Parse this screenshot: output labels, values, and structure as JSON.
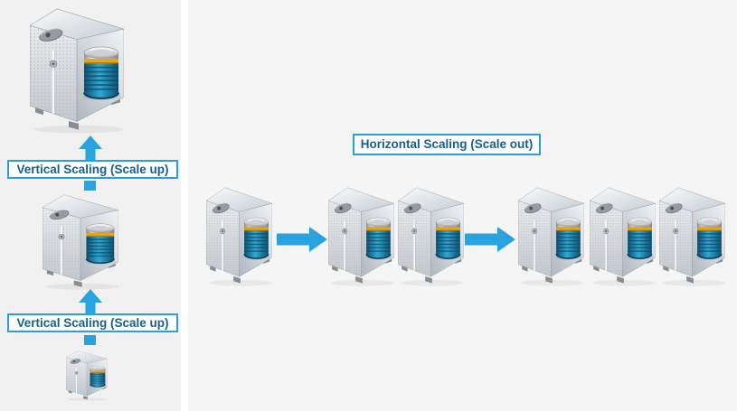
{
  "left_panel": {
    "labels": {
      "upper": "Vertical Scaling (Scale up)",
      "lower": "Vertical Scaling (Scale up)"
    },
    "servers": [
      "large",
      "medium",
      "small"
    ]
  },
  "right_panel": {
    "label": "Horizontal Scaling (Scale out)",
    "server_groups": [
      1,
      2,
      3
    ]
  },
  "icons": {
    "server": "server-tower-with-database",
    "arrow_up": "up-arrow",
    "arrow_right": "right-arrow"
  },
  "colors": {
    "accent_blue": "#29a2e0",
    "label_border": "#2b9fd6",
    "label_text": "#14618f",
    "left_panel_bg": "#f0f1f0",
    "right_panel_bg": "#f4f5f4"
  }
}
